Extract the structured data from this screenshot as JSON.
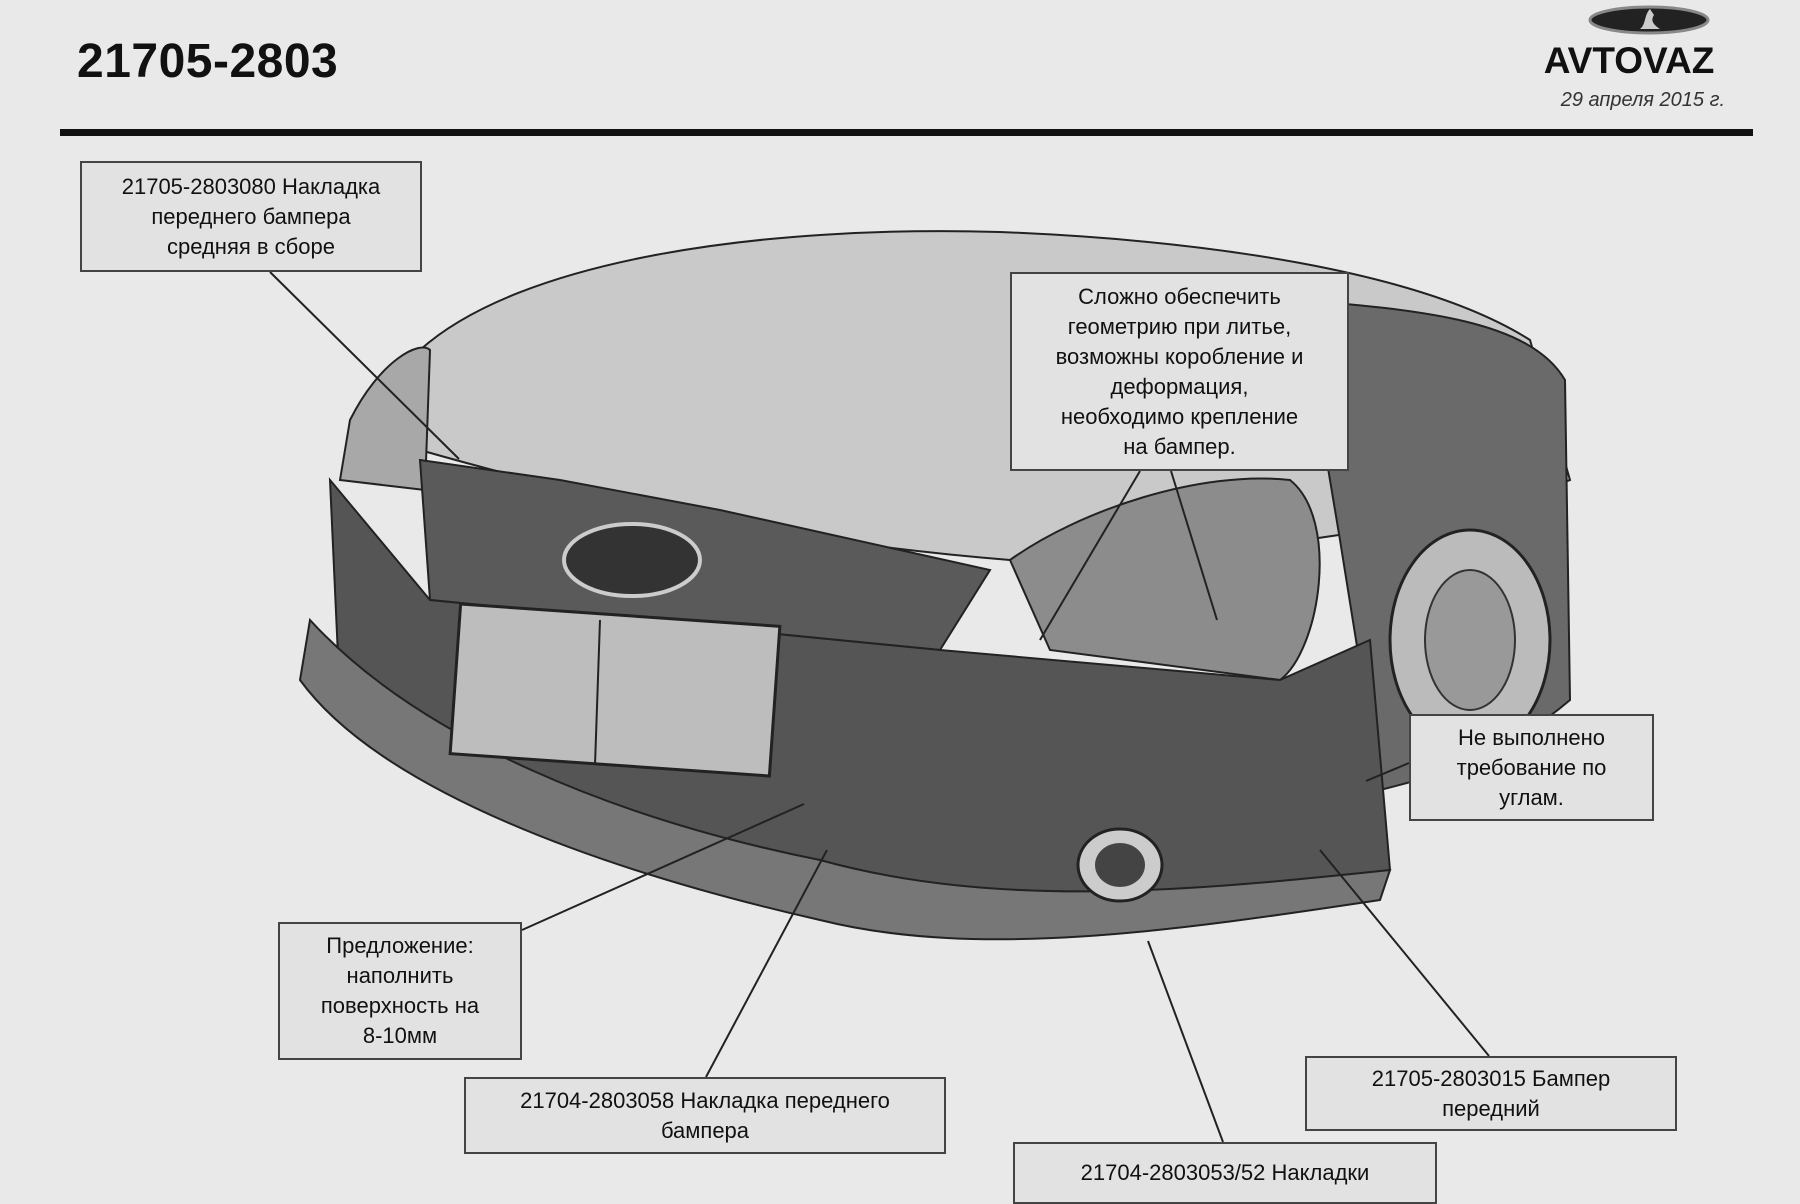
{
  "header": {
    "doc_number": "21705-2803",
    "brand": "AVTOVAZ",
    "date": "29 апреля 2015 г."
  },
  "callouts": {
    "hood_trim": "21705-2803080 Накладка\nпереднего бампера\nсредняя в сборе",
    "molding_issue": "Сложно обеспечить\nгеометрию при литье,\nвозможны коробление и\nдеформация,\nнеобходимо крепление\nна бампер.",
    "corner_requirement": "Не выполнено\nтребование по\nуглам.",
    "proposal": "Предложение:\nнаполнить\nповерхность на\n8-10мм",
    "front_bumper_trim": "21704-2803058 Накладка переднего\nбампера",
    "front_bumper": "21705-2803015 Бампер\nпередний",
    "trims": "21704-2803053/52 Накладки"
  },
  "colors": {
    "paper": "#e9e9e9",
    "box": "#e2e2e2",
    "ink": "#111111"
  }
}
